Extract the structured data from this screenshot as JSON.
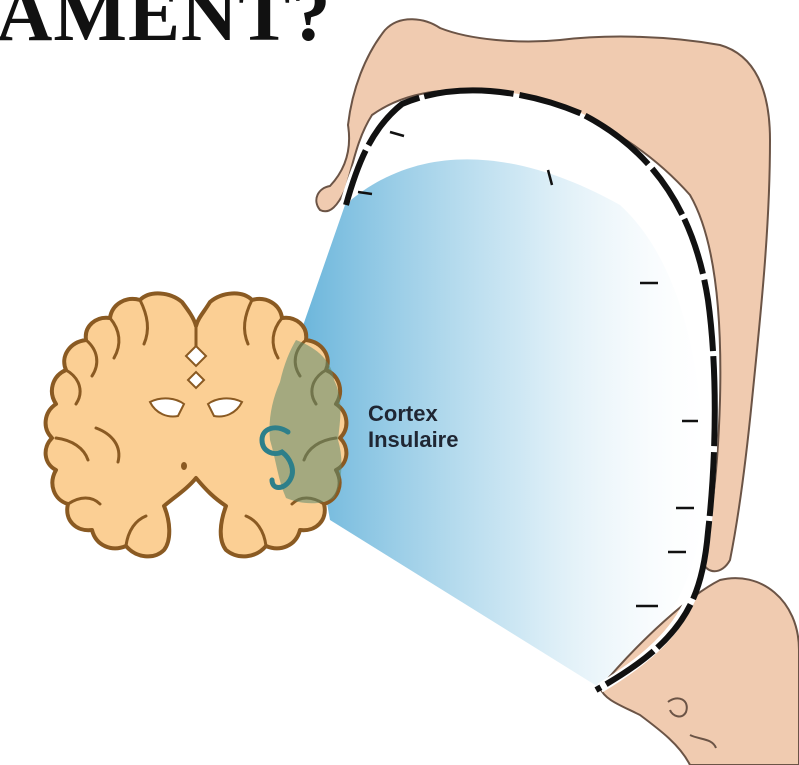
{
  "headline": {
    "text": "AMENT?"
  },
  "callout": {
    "line1": "Cortex",
    "line2": "Insulaire"
  },
  "colors": {
    "brain_fill": "#fbcf94",
    "brain_outline": "#8a5a22",
    "insula_highlight": "#5c8a6e",
    "insula_outline": "#2d7f8a",
    "zoom_blue": "#6ab7dd",
    "homunculus_skin": "#f0cbb0",
    "homunculus_outline": "#6b5446",
    "cortex_band": "#111111"
  }
}
